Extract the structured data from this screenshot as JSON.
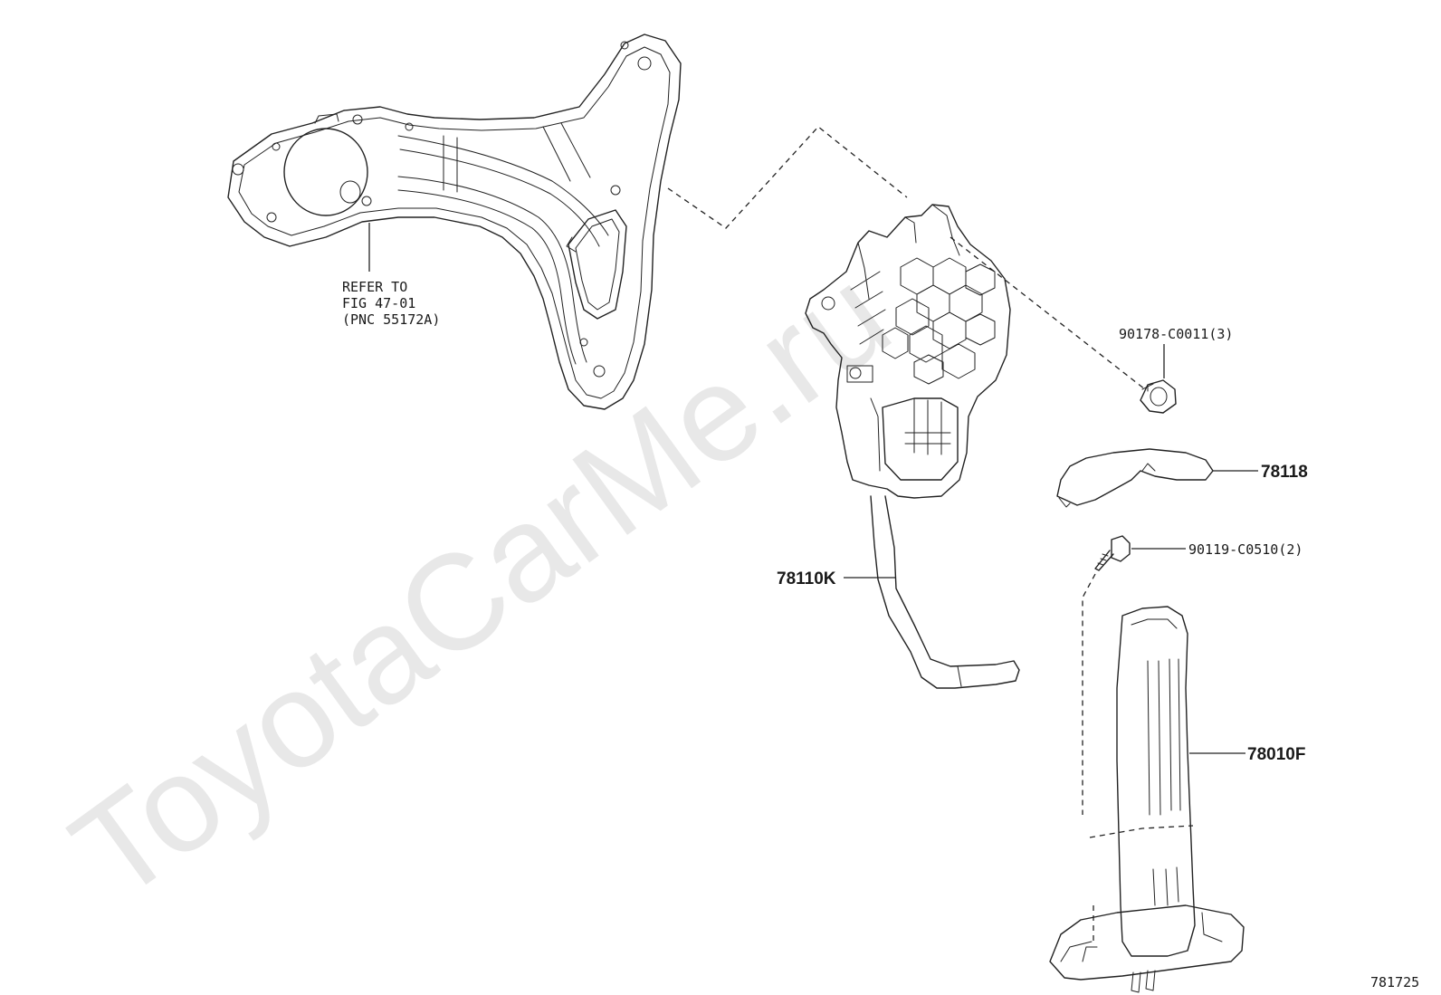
{
  "watermark": "ToyotaCarMe.ru",
  "figure_number": "781725",
  "reference_note": {
    "line1": "REFER TO",
    "line2": "FIG 47-01",
    "line3": "(PNC 55172A)"
  },
  "callouts": {
    "nut": "90178-C0011(3)",
    "cover": "78118",
    "bolt": "90119-C0510(2)",
    "sensor_assembly": "78110K",
    "pedal": "78010F"
  }
}
